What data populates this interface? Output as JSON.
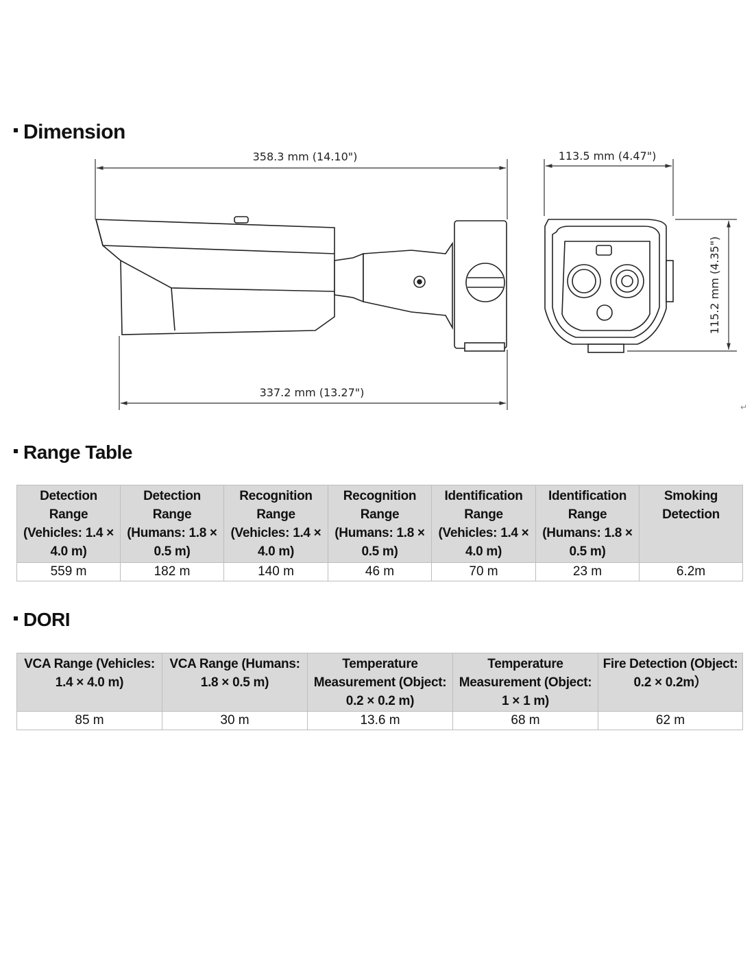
{
  "sections": {
    "dimension": "Dimension",
    "range_table": "Range Table",
    "dori": "DORI"
  },
  "dimensions": {
    "overall_length": "358.3 mm (14.10\")",
    "body_length": "337.2 mm (13.27\")",
    "front_width": "113.5 mm (4.47\")",
    "front_height": "115.2 mm (4.35\")"
  },
  "range_table": {
    "headers": [
      "Detection Range (Vehicles: 1.4 × 4.0 m)",
      "Detection Range (Humans: 1.8 × 0.5 m)",
      "Recognition Range (Vehicles: 1.4 × 4.0 m)",
      "Recognition Range (Humans: 1.8 × 0.5 m)",
      "Identification Range (Vehicles: 1.4 × 4.0 m)",
      "Identification Range (Humans: 1.8 × 0.5 m)",
      "Smoking Detection"
    ],
    "values": [
      "559 m",
      "182 m",
      "140 m",
      "46 m",
      "70 m",
      "23 m",
      "6.2m"
    ]
  },
  "dori_table": {
    "headers": [
      "VCA Range (Vehicles: 1.4 × 4.0 m)",
      "VCA Range (Humans: 1.8 × 0.5 m)",
      "Temperature Measurement (Object: 0.2 × 0.2 m)",
      "Temperature Measurement (Object: 1 × 1 m)",
      "Fire Detection (Object:    0.2 × 0.2m）"
    ],
    "values": [
      "85 m",
      "30 m",
      "13.6 m",
      "68 m",
      "62 m"
    ]
  }
}
